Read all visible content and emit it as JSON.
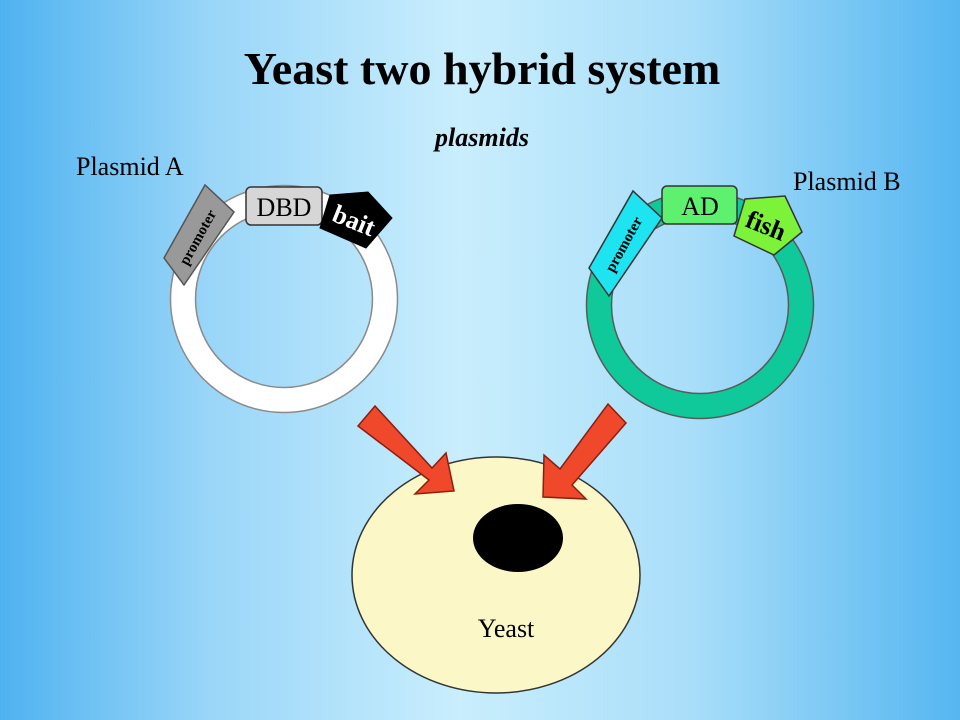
{
  "title": "Yeast two hybrid system",
  "subtitle": "plasmids",
  "plasmid_a": {
    "label": "Plasmid A",
    "domain": "DBD",
    "promoter": "promoter",
    "protein": "bait"
  },
  "plasmid_b": {
    "label": "Plasmid B",
    "domain": "AD",
    "promoter": "promoter",
    "protein": "fish"
  },
  "cell": {
    "label": "Yeast"
  },
  "colors": {
    "plasmid_a_ring": "#ffffff",
    "plasmid_b_ring": "#10c99a",
    "promoter_a": "#999999",
    "promoter_b": "#1ee3f0",
    "bait": "#000000",
    "fish": "#7cf238",
    "ad_box": "#5ef06f",
    "dbd_box": "#d6d6d6",
    "arrow": "#f0482a",
    "yeast": "#fbf7c6",
    "nucleus": "#000000"
  }
}
